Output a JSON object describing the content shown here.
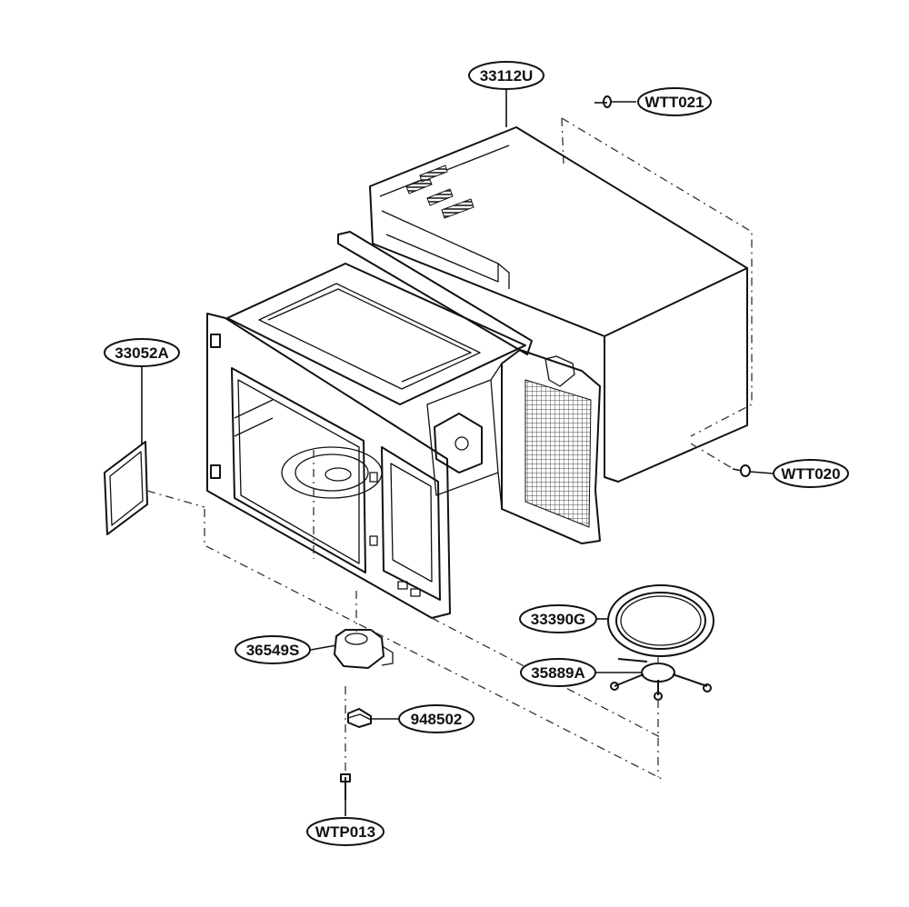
{
  "parts": [
    {
      "id": "cabinet",
      "label": "33112U"
    },
    {
      "id": "screw-top",
      "label": "WTT021"
    },
    {
      "id": "cover",
      "label": "33052A"
    },
    {
      "id": "screw-side",
      "label": "WTT020"
    },
    {
      "id": "tray",
      "label": "33390G"
    },
    {
      "id": "roller",
      "label": "35889A"
    },
    {
      "id": "motor",
      "label": "36549S"
    },
    {
      "id": "coupler",
      "label": "948502"
    },
    {
      "id": "screw-bottom",
      "label": "WTP013"
    }
  ]
}
